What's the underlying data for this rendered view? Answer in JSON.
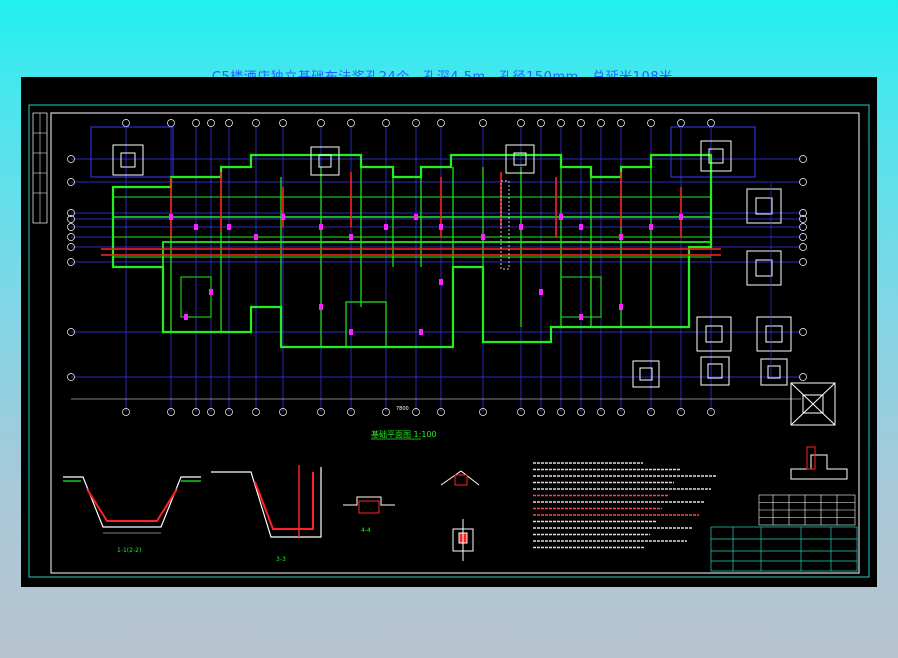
{
  "header": {
    "title": "C5楼酒店独立基础布法浆孔24个，孔深4.5m，孔径150mm，总延米108米。"
  },
  "drawing": {
    "plan_caption": "基础平面图 1:100",
    "section_labels": [
      "1-1(2-2)",
      "3-3",
      "4-4"
    ],
    "dimension_total": "7800",
    "colors": {
      "background": "#000000",
      "wall": "#22ee22",
      "grid": "#3a3aff",
      "beam": "#ff2222",
      "column": "#ff22ff",
      "frame": "#22d0c0",
      "text": "#ffffff"
    },
    "note_lines": 14
  }
}
